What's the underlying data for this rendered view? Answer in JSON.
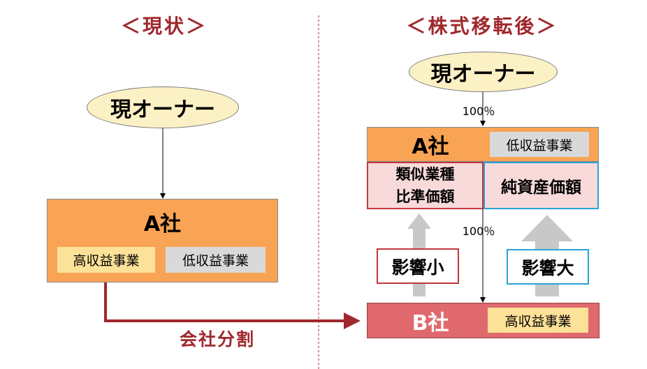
{
  "left": {
    "heading": "＜現状＞",
    "owner": "現オーナー",
    "company": "A社",
    "business_high": "高収益事業",
    "business_low": "低収益事業"
  },
  "split_label": "会社分割",
  "right": {
    "heading": "＜株式移転後＞",
    "owner": "現オーナー",
    "pct_top": "100％",
    "company_a": "A社",
    "business_low": "低収益事業",
    "similar_price_line1": "類似業種",
    "similar_price_line2": "比準価額",
    "net_asset_price": "純資産価額",
    "pct_middle": "100％",
    "impact_small": "影響小",
    "impact_large": "影響大",
    "company_b": "B社",
    "business_high": "高収益事業"
  },
  "colors": {
    "heading": "#A0282D",
    "ellipse_fill": "#FCF1C5",
    "company_a_fill": "#F9A354",
    "company_b_fill": "#E0696E",
    "high_business_fill": "#FCE198",
    "low_business_fill": "#D9D9D9",
    "red_border": "#C0373D",
    "blue_border": "#2AA3D8",
    "gray_arrow": "#C8C8C8"
  }
}
